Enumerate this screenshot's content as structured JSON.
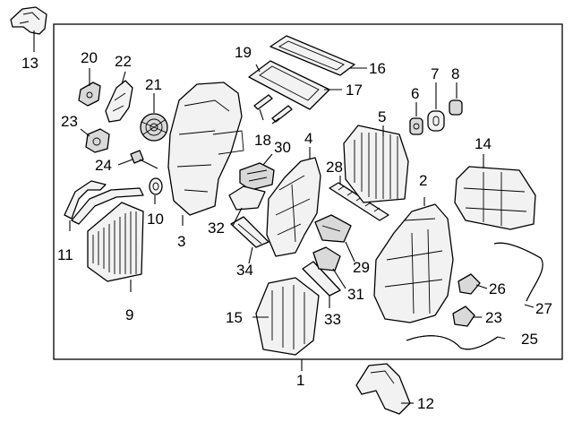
{
  "callouts": [
    {
      "id": "c1",
      "text": "1"
    },
    {
      "id": "c2",
      "text": "2"
    },
    {
      "id": "c3",
      "text": "3"
    },
    {
      "id": "c4",
      "text": "4"
    },
    {
      "id": "c5",
      "text": "5"
    },
    {
      "id": "c6",
      "text": "6"
    },
    {
      "id": "c7",
      "text": "7"
    },
    {
      "id": "c8",
      "text": "8"
    },
    {
      "id": "c9",
      "text": "9"
    },
    {
      "id": "c10",
      "text": "10"
    },
    {
      "id": "c11",
      "text": "11"
    },
    {
      "id": "c12",
      "text": "12"
    },
    {
      "id": "c13",
      "text": "13"
    },
    {
      "id": "c14",
      "text": "14"
    },
    {
      "id": "c15",
      "text": "15"
    },
    {
      "id": "c16",
      "text": "16"
    },
    {
      "id": "c17",
      "text": "17"
    },
    {
      "id": "c18",
      "text": "18"
    },
    {
      "id": "c19",
      "text": "19"
    },
    {
      "id": "c20",
      "text": "20"
    },
    {
      "id": "c21",
      "text": "21"
    },
    {
      "id": "c22",
      "text": "22"
    },
    {
      "id": "c23a",
      "text": "23"
    },
    {
      "id": "c23b",
      "text": "23"
    },
    {
      "id": "c24",
      "text": "24"
    },
    {
      "id": "c25",
      "text": "25"
    },
    {
      "id": "c26",
      "text": "26"
    },
    {
      "id": "c27",
      "text": "27"
    },
    {
      "id": "c28",
      "text": "28"
    },
    {
      "id": "c29",
      "text": "29"
    },
    {
      "id": "c30",
      "text": "30"
    },
    {
      "id": "c31",
      "text": "31"
    },
    {
      "id": "c32",
      "text": "32"
    },
    {
      "id": "c33",
      "text": "33"
    },
    {
      "id": "c34",
      "text": "34"
    }
  ]
}
